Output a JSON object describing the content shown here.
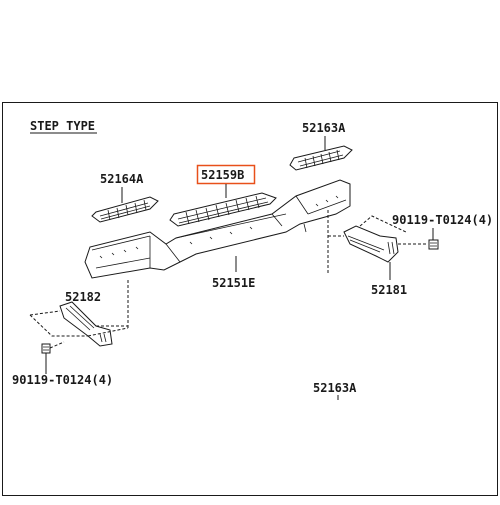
{
  "diagram": {
    "header": "STEP TYPE",
    "parts": {
      "step_pad_right": "52163A",
      "step_pad_left": "52164A",
      "step_pad_center": "52159B",
      "bumper": "52151E",
      "bracket_left": "52182",
      "bracket_right": "52181",
      "bolt_right": "90119-T0124(4)",
      "bolt_left": "90119-T0124(4)",
      "ref_bottom": "52163A"
    },
    "highlight_color": "#e8501a"
  }
}
